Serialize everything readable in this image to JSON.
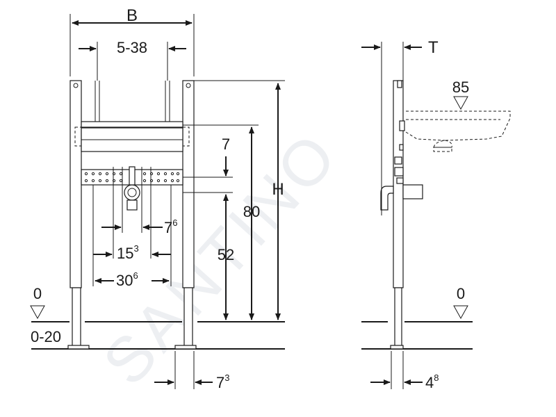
{
  "watermark": "SANTINO",
  "labels": {
    "width": "B",
    "connection_range": "5-38",
    "depth": "T",
    "washbasin_height": "85",
    "height": "H",
    "offset_7": "7",
    "height_80": "80",
    "height_52": "52",
    "spacing_76_main": "7",
    "spacing_76_sup": "6",
    "spacing_153_main": "15",
    "spacing_153_sup": "3",
    "spacing_306_main": "30",
    "spacing_306_sup": "6",
    "level_zero_left": "0",
    "floor_range": "0-20",
    "foot_73_main": "7",
    "foot_73_sup": "3",
    "level_zero_right": "0",
    "depth_48_main": "4",
    "depth_48_sup": "8"
  }
}
